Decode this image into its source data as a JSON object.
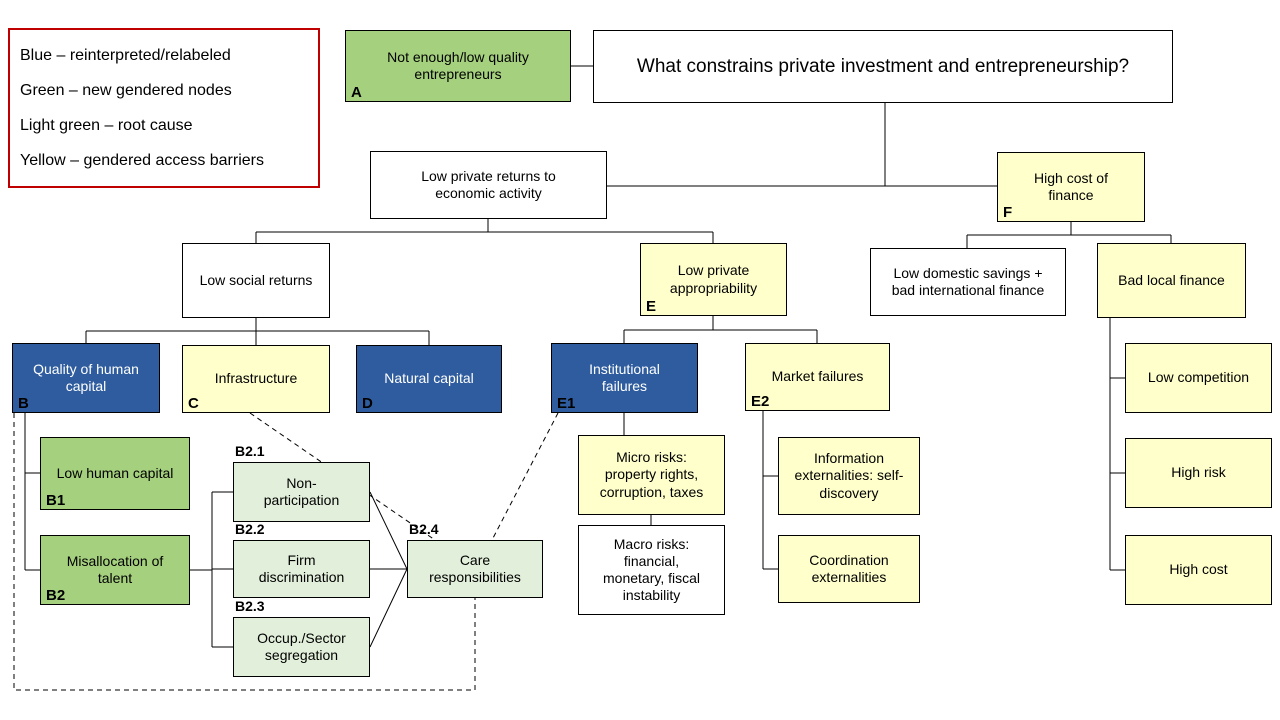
{
  "legend": {
    "items": [
      "Blue – reinterpreted/relabeled",
      "Green – new gendered nodes",
      "Light green – root cause",
      "Yellow – gendered access barriers"
    ]
  },
  "colors": {
    "blue": "#2e5c9e",
    "green": "#a5d07e",
    "light_green": "#e2efda",
    "yellow": "#ffffcc",
    "white": "#ffffff",
    "legend_border": "#c00000",
    "blue_text": "#ffffff",
    "line": "#000000"
  },
  "nodes": {
    "a": {
      "tag": "A",
      "text": "Not enough/low quality\nentrepreneurs"
    },
    "question": {
      "text": "What constrains private investment and entrepreneurship?"
    },
    "low_private_returns": {
      "text": "Low private returns to\neconomic activity"
    },
    "high_cost_of_finance": {
      "tag": "F",
      "text": "High cost of\nfinance"
    },
    "low_social_returns": {
      "text": "Low social returns"
    },
    "low_private_appropriability": {
      "tag": "E",
      "text": "Low private\nappropriability"
    },
    "low_domestic_savings": {
      "text": "Low domestic savings +\nbad international finance"
    },
    "bad_local_finance": {
      "text": "Bad local finance"
    },
    "quality_of_human_capital": {
      "tag": "B",
      "text": "Quality of human\ncapital"
    },
    "infrastructure": {
      "tag": "C",
      "text": "Infrastructure"
    },
    "natural_capital": {
      "tag": "D",
      "text": "Natural capital"
    },
    "institutional_failures": {
      "tag": "E1",
      "text": "Institutional\nfailures"
    },
    "market_failures": {
      "tag": "E2",
      "text": "Market failures"
    },
    "low_human_capital": {
      "tag": "B1",
      "text": "Low human capital"
    },
    "misallocation_of_talent": {
      "tag": "B2",
      "text": "Misallocation of\ntalent"
    },
    "non_participation": {
      "tag": "B2.1",
      "text": "Non-\nparticipation"
    },
    "firm_discrimination": {
      "tag": "B2.2",
      "text": "Firm\ndiscrimination"
    },
    "occup_sector_segregation": {
      "tag": "B2.3",
      "text": "Occup./Sector\nsegregation"
    },
    "care_responsibilities": {
      "tag": "B2.4",
      "text": "Care\nresponsibilities"
    },
    "micro_risks": {
      "text": "Micro risks:\nproperty rights,\ncorruption, taxes"
    },
    "macro_risks": {
      "text": "Macro risks:\nfinancial,\nmonetary, fiscal\ninstability"
    },
    "information_externalities": {
      "text": "Information\nexternalities: self-\ndiscovery"
    },
    "coordination_externalities": {
      "text": "Coordination\nexternalities"
    },
    "low_competition": {
      "text": "Low competition"
    },
    "high_risk": {
      "text": "High risk"
    },
    "high_cost": {
      "text": "High cost"
    }
  }
}
